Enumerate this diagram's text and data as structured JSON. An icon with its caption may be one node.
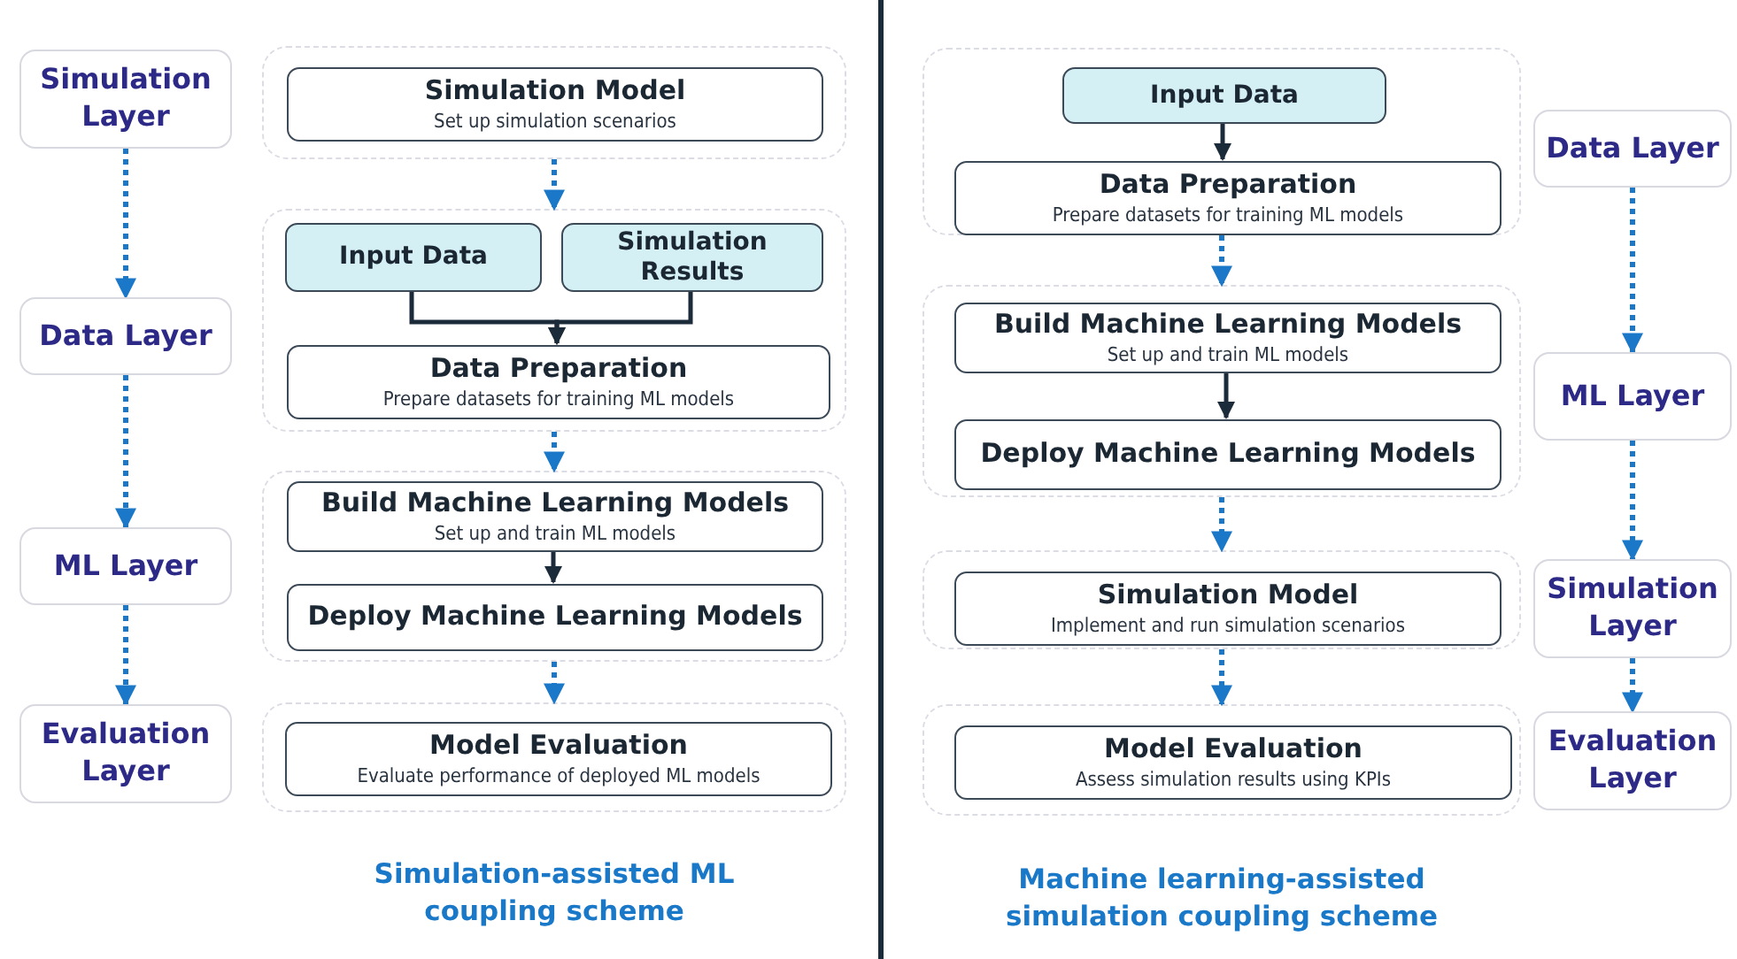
{
  "diagram": {
    "nodes": [
      {
        "text": [
          "Simulation Layer"
        ]
      },
      {
        "text": [
          "Data Layer"
        ]
      },
      {
        "text": [
          "ML Layer"
        ]
      },
      {
        "text": [
          "Evaluation Layer"
        ]
      },
      {
        "text": [],
        "shape": "box"
      },
      {
        "text": [
          "Simulation Model",
          "Set up simulation scenarios"
        ],
        "in": 4
      },
      {
        "text": [],
        "shape": "box"
      },
      {
        "text": [
          "Input Data"
        ],
        "in": 6
      },
      {
        "text": [
          "Simulation Results"
        ],
        "in": 6
      },
      {
        "text": [
          "Data Preparation",
          "Prepare datasets for training ML models"
        ],
        "in": 6
      },
      {
        "text": [],
        "shape": "box"
      },
      {
        "text": [
          "Build Machine Learning Models",
          "Set up and train ML models"
        ],
        "in": 10
      },
      {
        "text": [
          "Deploy Machine Learning Models"
        ],
        "in": 10
      },
      {
        "text": [],
        "shape": "box"
      },
      {
        "text": [
          "Model Evaluation",
          "Evaluate performance of deployed ML models"
        ],
        "in": 13
      },
      {
        "text": [],
        "shape": "box"
      },
      {
        "text": [
          "Input Data"
        ],
        "in": 15
      },
      {
        "text": [
          "Data Preparation",
          "Prepare datasets for training ML models"
        ],
        "in": 15
      },
      {
        "text": [],
        "shape": "box"
      },
      {
        "text": [
          "Build Machine Learning Models",
          "Set up and train ML models"
        ],
        "in": 18
      },
      {
        "text": [
          "Deploy Machine Learning Models"
        ],
        "in": 18
      },
      {
        "text": [],
        "shape": "box"
      },
      {
        "text": [
          "Simulation Model",
          "Implement and run simulation scenarios"
        ],
        "in": 21
      },
      {
        "text": [],
        "shape": "box"
      },
      {
        "text": [
          "Model Evaluation",
          "Assess simulation results using KPIs"
        ],
        "in": 23
      },
      {
        "text": [
          "Data Layer"
        ]
      },
      {
        "text": [
          "ML Layer"
        ]
      },
      {
        "text": [
          "Simulation Layer"
        ]
      },
      {
        "text": [
          "Evaluation Layer"
        ]
      }
    ],
    "edges": [
      {
        "from": 0,
        "to": 1,
        "arrow": "to",
        "style": "dashed"
      },
      {
        "from": 1,
        "to": 2,
        "arrow": "to",
        "style": "dashed"
      },
      {
        "from": 2,
        "to": 3,
        "arrow": "to",
        "style": "dashed"
      },
      {
        "from": 4,
        "to": 6,
        "arrow": "to",
        "style": "dashed"
      },
      {
        "from": 7,
        "to": 9,
        "arrow": "to",
        "color": "#1c2b3a"
      },
      {
        "from": 8,
        "to": 9,
        "arrow": "to",
        "color": "#1c2b3a"
      },
      {
        "from": 6,
        "to": 10,
        "arrow": "to",
        "style": "dashed"
      },
      {
        "from": 11,
        "to": 12,
        "arrow": "to",
        "color": "#1c2b3a"
      },
      {
        "from": 10,
        "to": 13,
        "arrow": "to",
        "style": "dashed"
      },
      {
        "from": 16,
        "to": 17,
        "arrow": "to",
        "color": "#1c2b3a"
      },
      {
        "from": 15,
        "to": 18,
        "arrow": "to",
        "style": "dashed"
      },
      {
        "from": 19,
        "to": 20,
        "arrow": "to",
        "color": "#1c2b3a"
      },
      {
        "from": 18,
        "to": 21,
        "arrow": "to",
        "style": "dashed"
      },
      {
        "from": 21,
        "to": 23,
        "arrow": "to",
        "style": "dashed"
      },
      {
        "from": 25,
        "to": 26,
        "arrow": "to",
        "style": "dashed"
      },
      {
        "from": 26,
        "to": 27,
        "arrow": "to",
        "style": "dashed"
      },
      {
        "from": 27,
        "to": 28,
        "arrow": "to",
        "style": "dashed"
      }
    ],
    "labels": [
      "Simulation-assisted ML coupling scheme",
      "Machine learning-assisted simulation coupling scheme"
    ]
  }
}
